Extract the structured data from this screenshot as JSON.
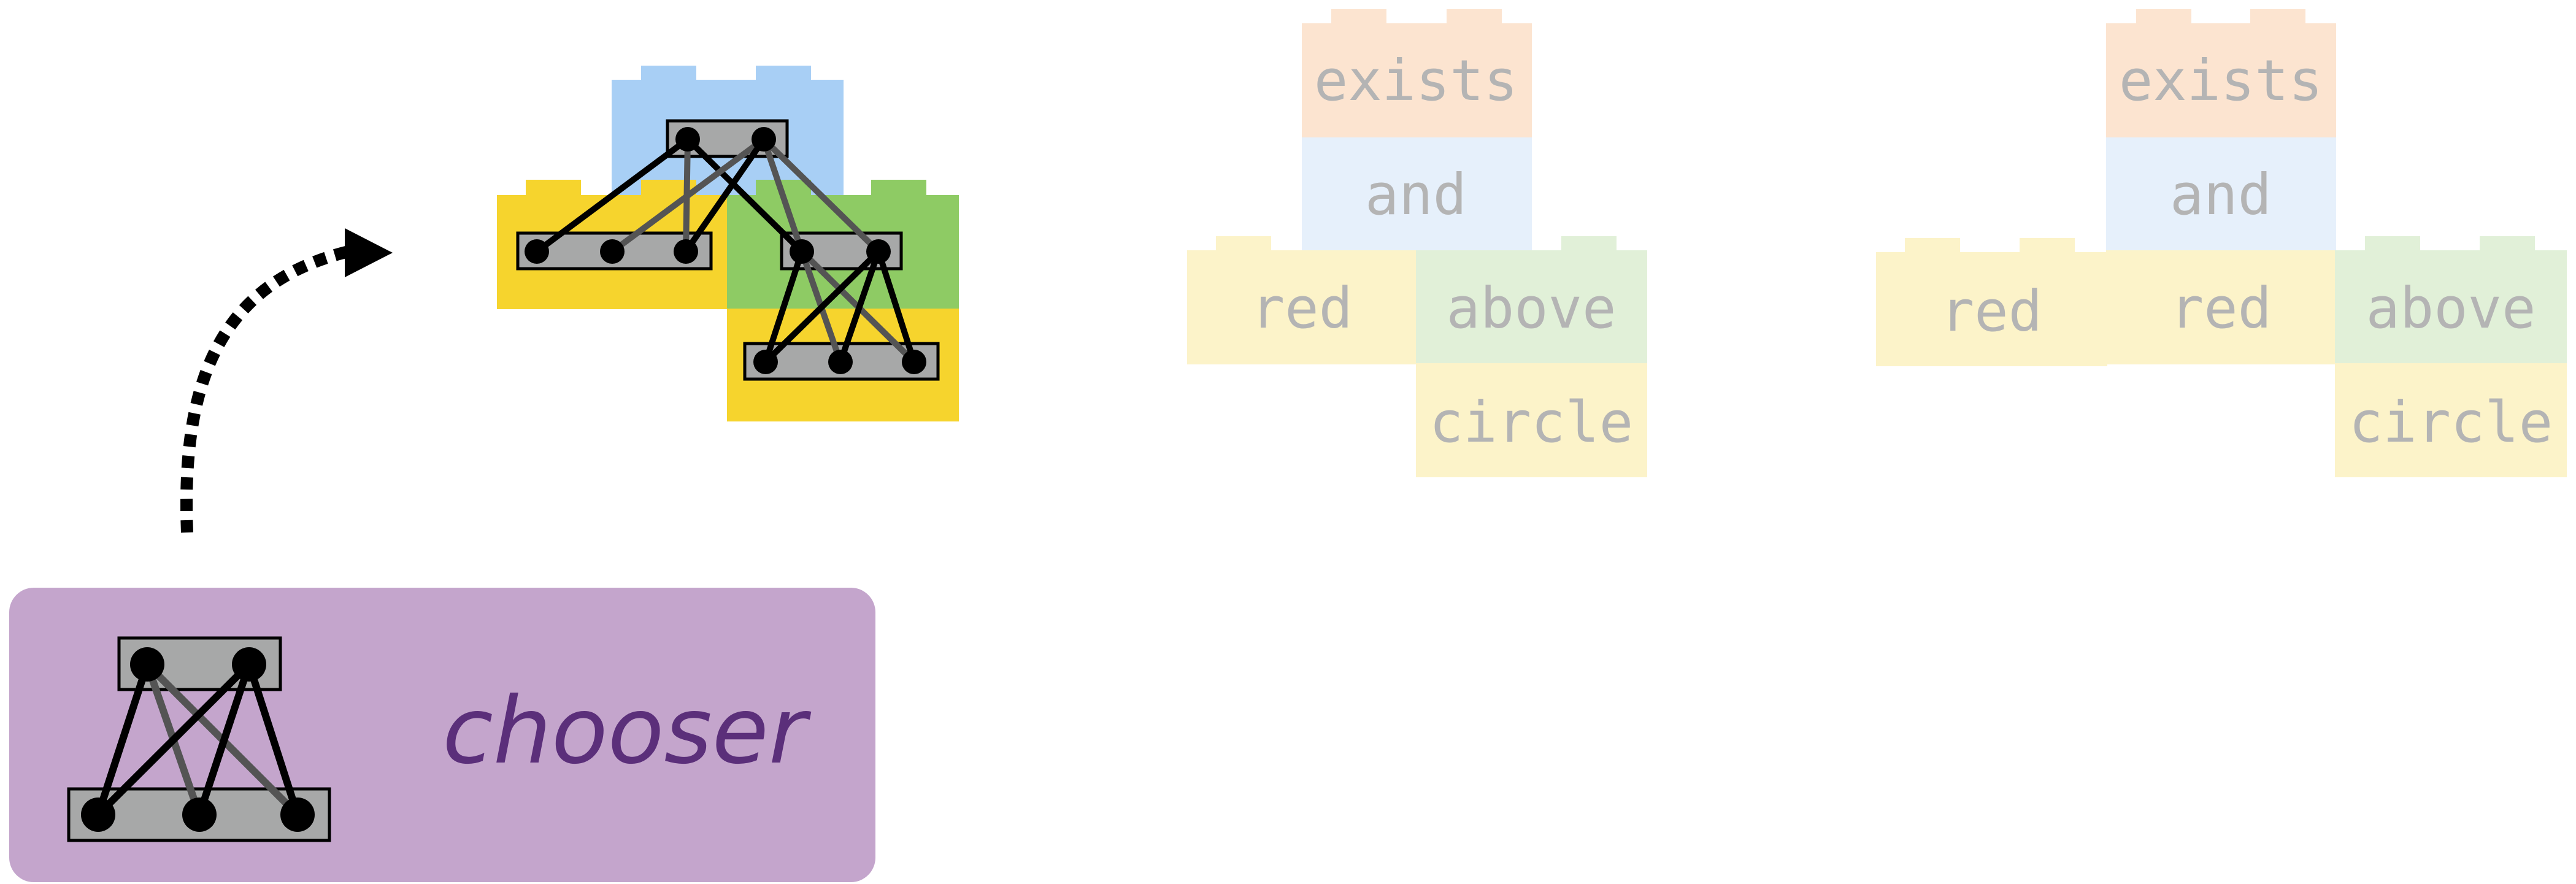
{
  "chooser": {
    "label": "chooser",
    "panel_color": "#c4a5cc",
    "text_color": "#5b2f7a"
  },
  "block_colors": {
    "blue": "#a8cff5",
    "yellow": "#f6d42d",
    "green": "#8ecb64",
    "module_gray": "#a7a8a8"
  },
  "faded_colors": {
    "orange": "#fce4d0",
    "blue": "#e6f0fb",
    "yellow": "#fcf3c9",
    "green": "#e1f0d8",
    "text": "#b4b4b4"
  },
  "tree1": {
    "exists": "exists",
    "and": "and",
    "red": "red",
    "above": "above",
    "circle": "circle"
  },
  "tree2": {
    "exists": "exists",
    "and": "and",
    "red_left": "red",
    "red": "red",
    "above": "above",
    "circle": "circle"
  }
}
